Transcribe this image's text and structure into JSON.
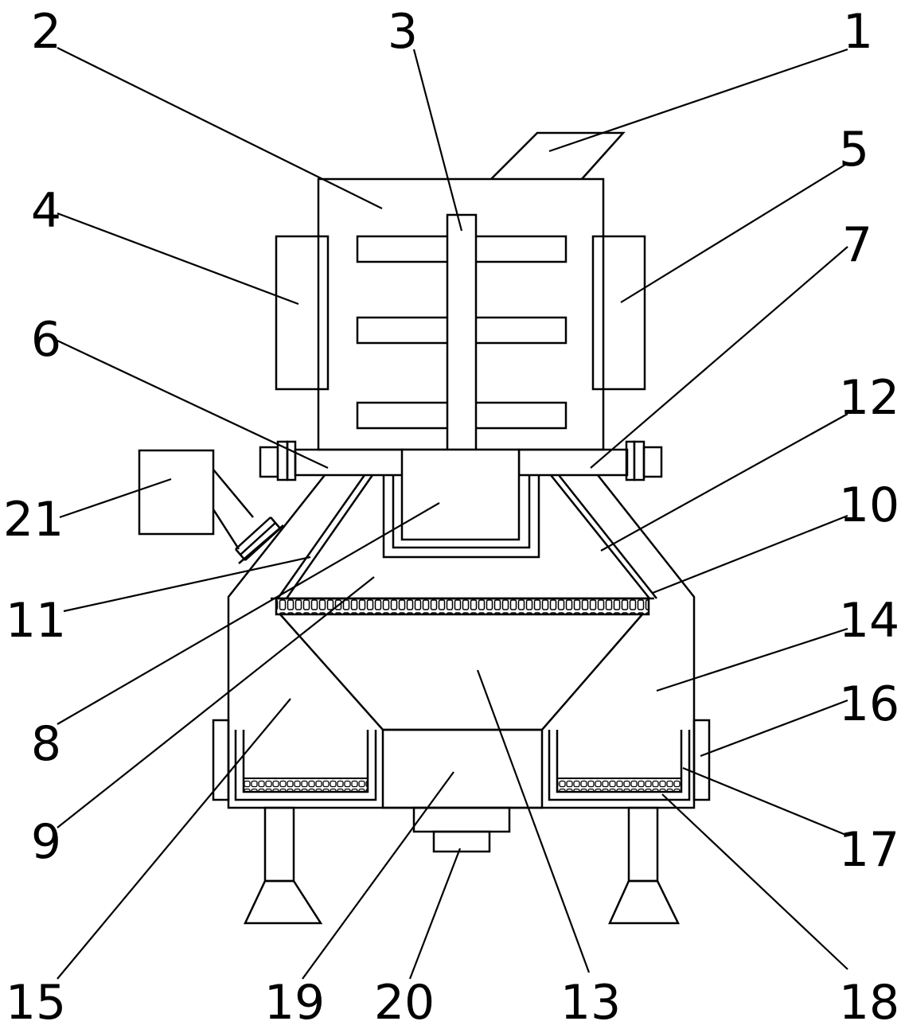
{
  "labels": [
    "1",
    "2",
    "3",
    "4",
    "5",
    "6",
    "7",
    "8",
    "9",
    "10",
    "11",
    "12",
    "13",
    "14",
    "15",
    "16",
    "17",
    "18",
    "19",
    "20",
    "21"
  ]
}
